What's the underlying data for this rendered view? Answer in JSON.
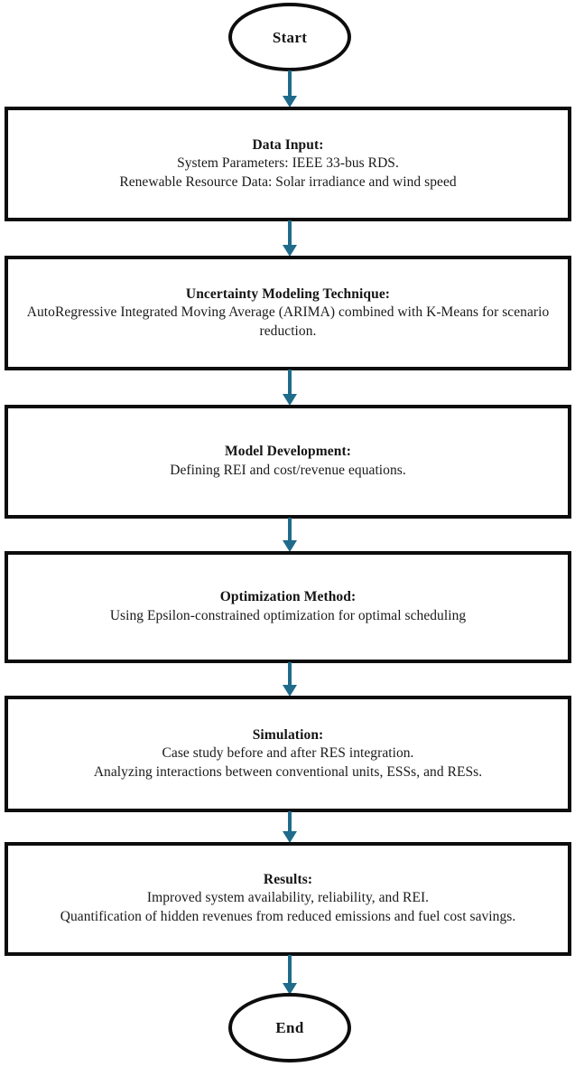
{
  "diagram": {
    "type": "flowchart",
    "orientation": "top-to-bottom",
    "accent_color": "#1f6b8c",
    "border_color": "#0d0d0d",
    "background_color": "#ffffff",
    "nodes": [
      {
        "id": "start",
        "shape": "ellipse",
        "label": "Start"
      },
      {
        "id": "data-input",
        "shape": "rectangle",
        "title": "Data Input:",
        "lines": [
          "System Parameters: IEEE 33-bus RDS.",
          "Renewable Resource Data: Solar irradiance and wind speed"
        ]
      },
      {
        "id": "uncertainty",
        "shape": "rectangle",
        "title": "Uncertainty Modeling Technique:",
        "lines": [
          "AutoRegressive Integrated Moving Average (ARIMA) combined with K-Means for scenario reduction."
        ]
      },
      {
        "id": "model-dev",
        "shape": "rectangle",
        "title": "Model Development:",
        "lines": [
          "Defining REI and cost/revenue equations."
        ]
      },
      {
        "id": "optimization",
        "shape": "rectangle",
        "title": "Optimization Method:",
        "lines": [
          "Using Epsilon-constrained optimization for optimal scheduling"
        ]
      },
      {
        "id": "simulation",
        "shape": "rectangle",
        "title": "Simulation:",
        "lines": [
          "Case study before and after RES integration.",
          "Analyzing interactions between conventional units, ESSs, and RESs."
        ]
      },
      {
        "id": "results",
        "shape": "rectangle",
        "title": "Results:",
        "lines": [
          "Improved system availability, reliability, and REI.",
          "Quantification of hidden revenues from reduced emissions and fuel cost savings."
        ]
      },
      {
        "id": "end",
        "shape": "ellipse",
        "label": "End"
      }
    ],
    "edges": [
      {
        "id": "arrow-1",
        "from": "start",
        "to": "data-input",
        "style": "solid-arrow-down"
      },
      {
        "id": "arrow-2",
        "from": "data-input",
        "to": "uncertainty",
        "style": "solid-arrow-down"
      },
      {
        "id": "arrow-3",
        "from": "uncertainty",
        "to": "model-dev",
        "style": "solid-arrow-down"
      },
      {
        "id": "arrow-4",
        "from": "model-dev",
        "to": "optimization",
        "style": "solid-arrow-down"
      },
      {
        "id": "arrow-5",
        "from": "optimization",
        "to": "simulation",
        "style": "solid-arrow-down"
      },
      {
        "id": "arrow-6",
        "from": "simulation",
        "to": "results",
        "style": "solid-arrow-down"
      },
      {
        "id": "arrow-7",
        "from": "results",
        "to": "end",
        "style": "solid-arrow-down"
      }
    ]
  }
}
